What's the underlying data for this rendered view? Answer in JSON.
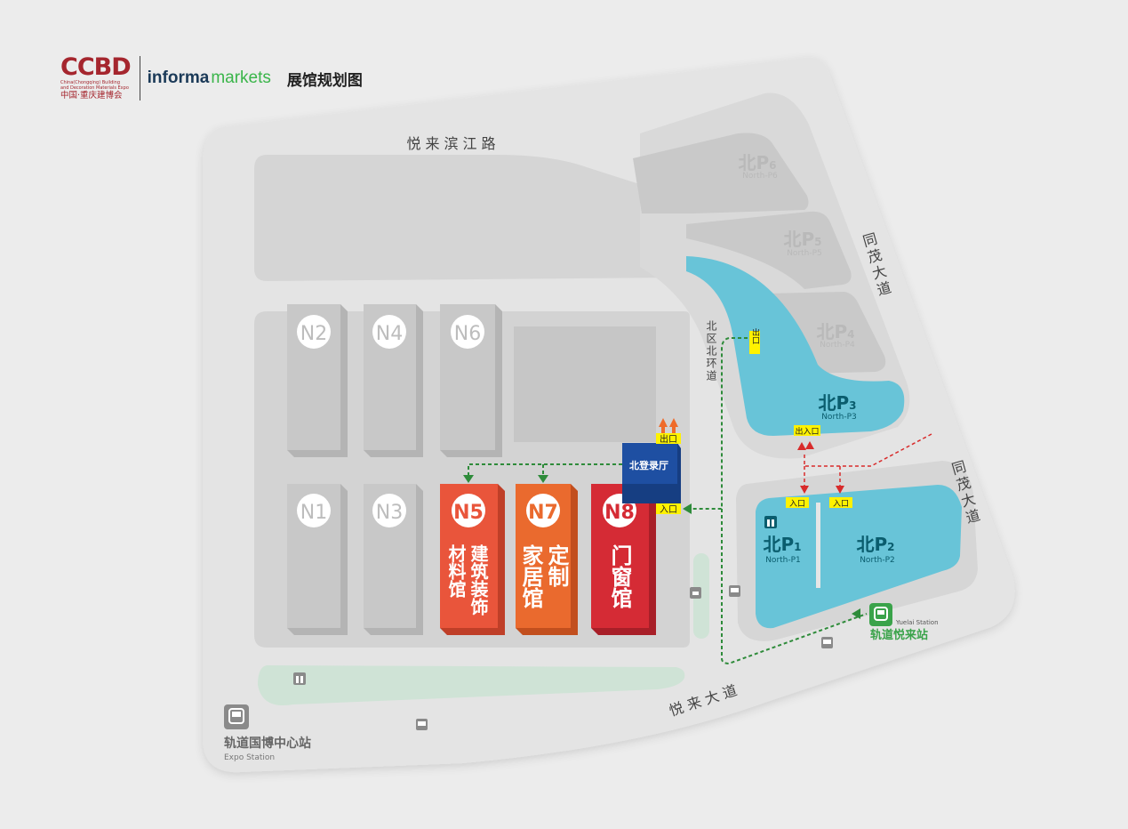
{
  "header": {
    "logo_mark": "CCBD",
    "logo_sub": "China(Chongqing) Building and Decoration Materials Expo",
    "logo_cn": "中国·重庆建博会",
    "brand_a": "informa",
    "brand_b": "markets",
    "title": "展馆规划图"
  },
  "roads": {
    "north": "悦来滨江路",
    "east_upper": "同茂大道",
    "east_lower": "同茂大道",
    "south": "悦来大道",
    "inner": "北区北环道"
  },
  "halls": {
    "n2": "N2",
    "n4": "N4",
    "n6": "N6",
    "n1": "N1",
    "n3": "N3",
    "n5": "N5",
    "n5_l1": "材料馆",
    "n5_l2": "建筑装饰",
    "n7": "N7",
    "n7_l1": "家居馆",
    "n7_l2": "定制",
    "n8": "N8",
    "n8_l1": "门窗馆"
  },
  "registration": "北登录厅",
  "signs": {
    "exit": "出口",
    "entrance": "入口",
    "exit_entrance": "出入口"
  },
  "parking": [
    {
      "cn": "北P",
      "num": "6",
      "en": "North-P6"
    },
    {
      "cn": "北P",
      "num": "5",
      "en": "North-P5"
    },
    {
      "cn": "北P",
      "num": "4",
      "en": "North-P4"
    },
    {
      "cn": "北P",
      "num": "3",
      "en": "North-P3"
    },
    {
      "cn": "北P",
      "num": "1",
      "en": "North-P1"
    },
    {
      "cn": "北P",
      "num": "2",
      "en": "North-P2"
    }
  ],
  "stations": {
    "yuelai_cn": "轨道悦来站",
    "yuelai_en": "Yuelai Station",
    "expo_cn": "轨道国博中心站",
    "expo_en": "Expo Station"
  },
  "colors": {
    "ground": "#e3e3e3",
    "lot_grey": "#d5d5d5",
    "water": "#68c4d8",
    "hall_grey": "#c6c6c6",
    "n5": "#e9553b",
    "n7": "#ea6a2e",
    "n8": "#d52b35",
    "registration": "#1e4fa2",
    "green_zone": "#cfe3d6",
    "sign_yellow": "#fff200",
    "path_green": "#2e8b3a",
    "path_red": "#d82b2b"
  }
}
